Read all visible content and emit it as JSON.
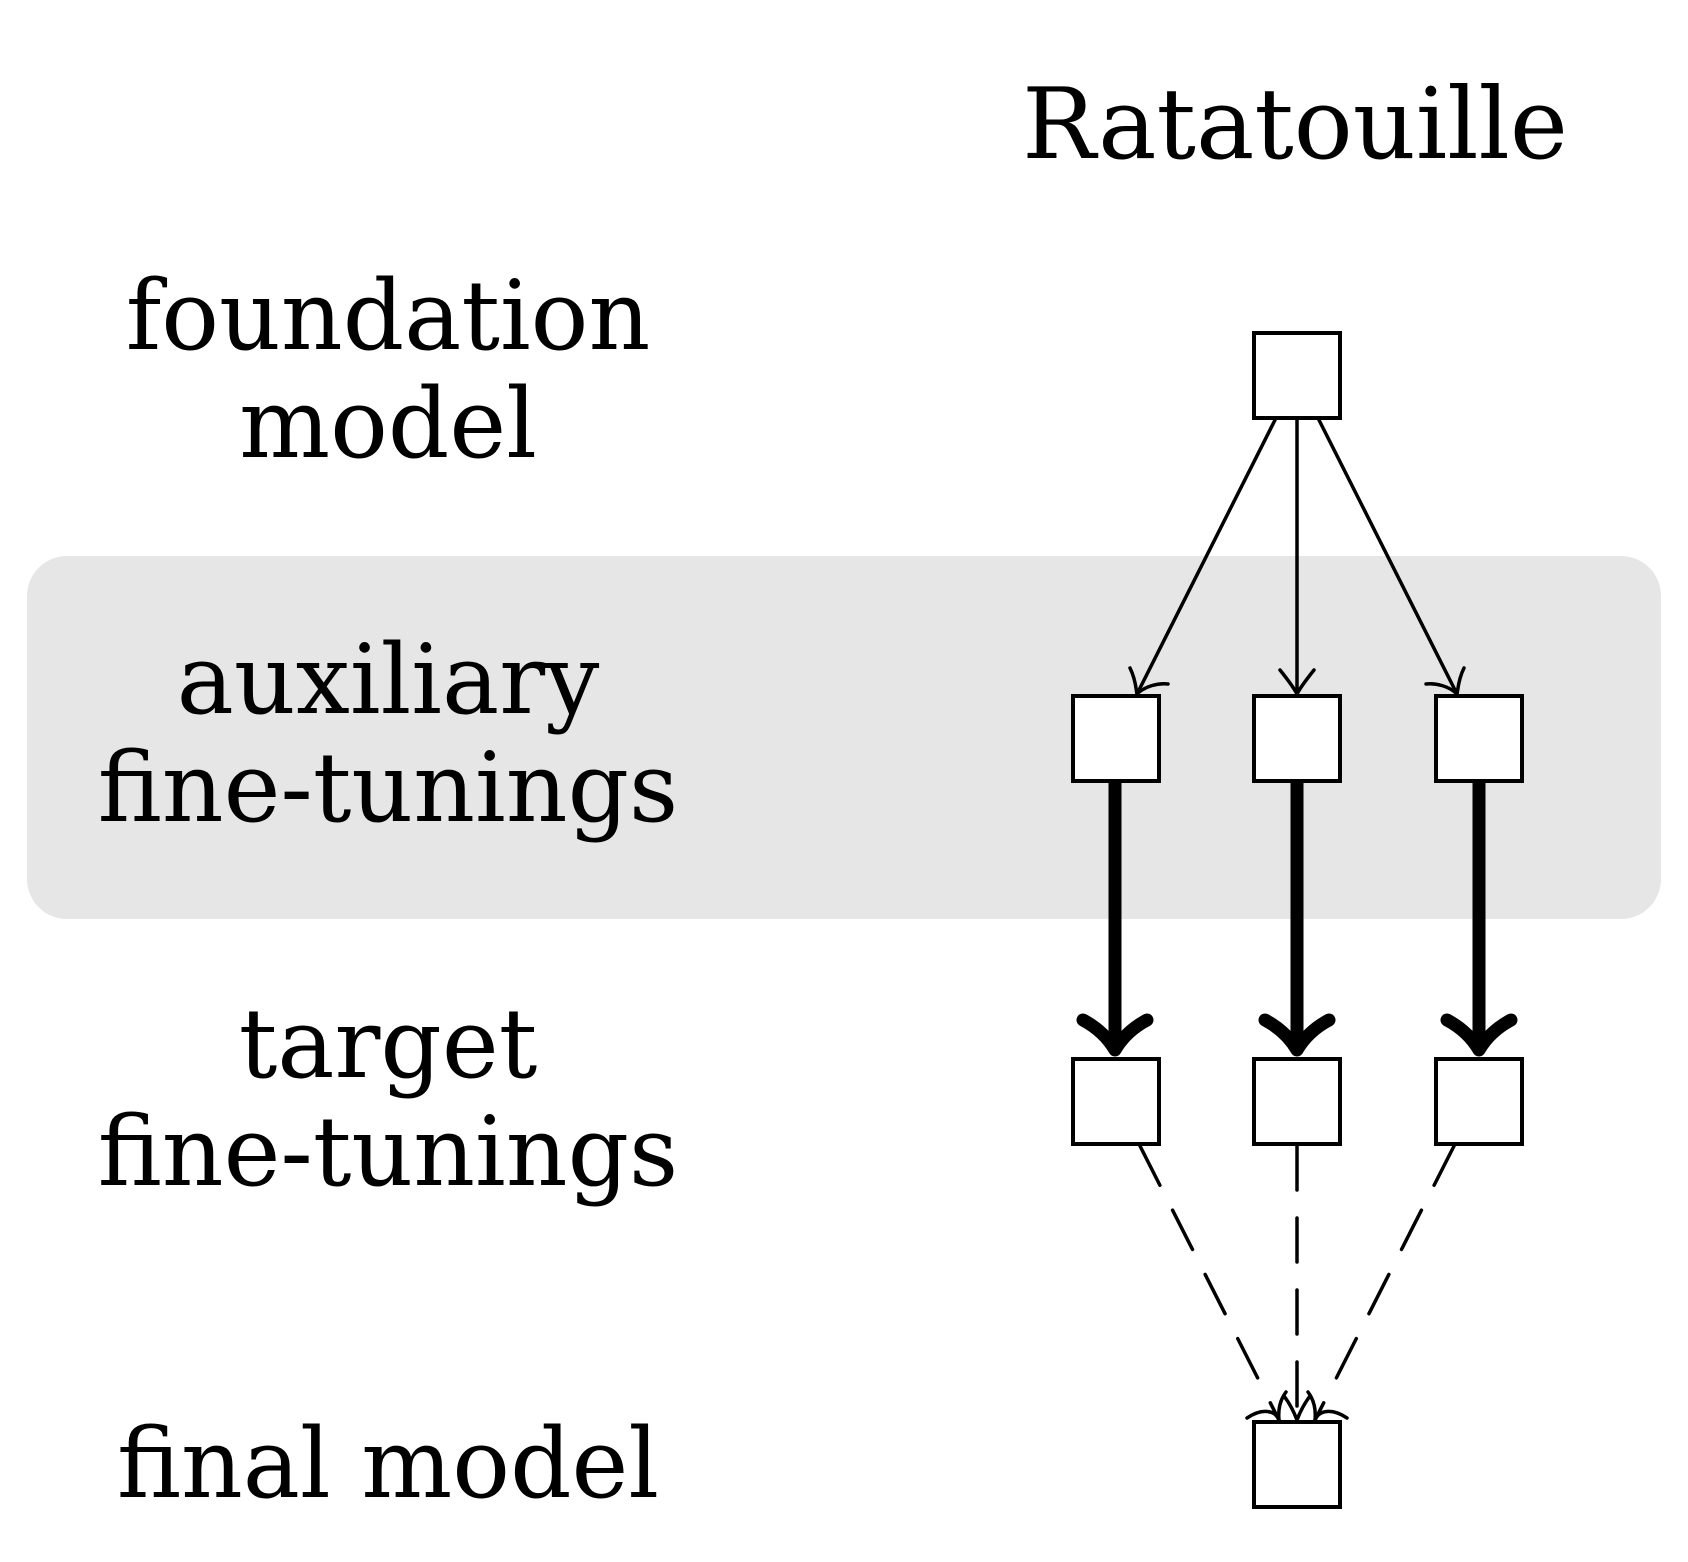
{
  "title": "Ratatouille",
  "rows": {
    "foundation": [
      "foundation",
      "model"
    ],
    "auxiliary": [
      "auxiliary",
      "fine-tunings"
    ],
    "target": [
      "target",
      "fine-tunings"
    ],
    "final": [
      "final model"
    ]
  },
  "colors": {
    "highlight_band": "#e6e6e6",
    "stroke": "#000000",
    "node_fill": "#ffffff"
  },
  "structure": {
    "foundation_nodes": 1,
    "auxiliary_nodes": 3,
    "target_nodes": 3,
    "final_nodes": 1,
    "edges": [
      {
        "from": "foundation",
        "to": "auxiliary",
        "style": "thin-solid"
      },
      {
        "from": "auxiliary",
        "to": "target",
        "style": "thick-solid"
      },
      {
        "from": "target",
        "to": "final",
        "style": "dashed"
      }
    ]
  }
}
